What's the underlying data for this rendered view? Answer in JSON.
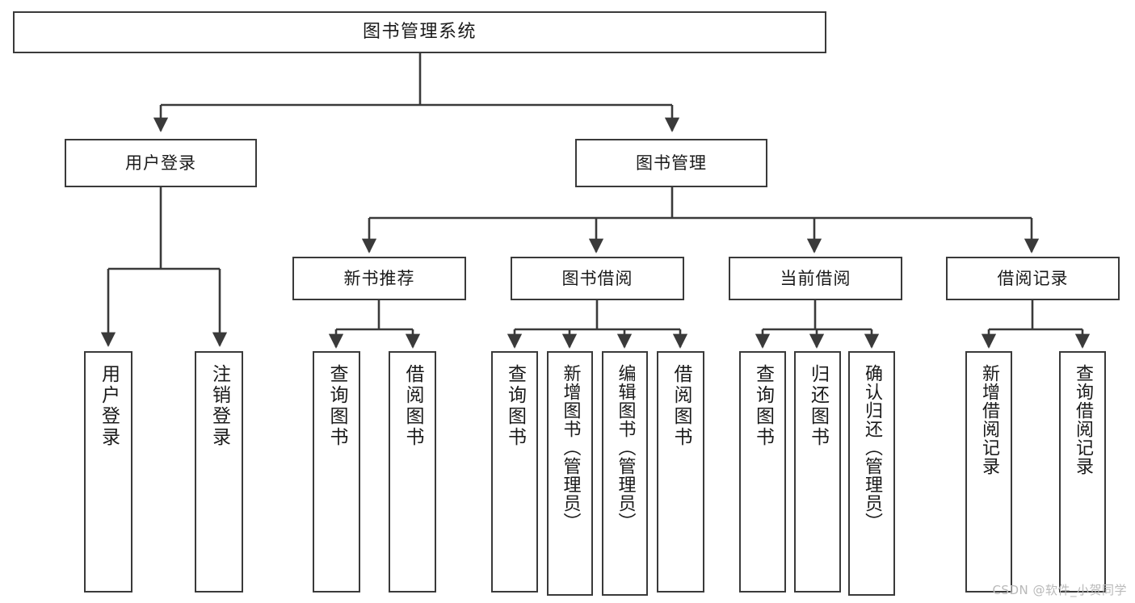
{
  "diagram": {
    "title": "图书管理系统",
    "type": "tree-hierarchy-chart",
    "root": {
      "id": "root",
      "label": "图书管理系统"
    },
    "level1": [
      {
        "id": "user-login",
        "label": "用户登录"
      },
      {
        "id": "book-management",
        "label": "图书管理"
      }
    ],
    "level2": [
      {
        "id": "new-book-recommend",
        "label": "新书推荐",
        "parent": "book-management"
      },
      {
        "id": "book-borrow",
        "label": "图书借阅",
        "parent": "book-management"
      },
      {
        "id": "current-borrow",
        "label": "当前借阅",
        "parent": "book-management"
      },
      {
        "id": "borrow-record",
        "label": "借阅记录",
        "parent": "book-management"
      }
    ],
    "leaves": {
      "user-login": [
        {
          "id": "leaf-user-login",
          "label": "用户登录"
        },
        {
          "id": "leaf-user-logout",
          "label": "注销登录"
        }
      ],
      "new-book-recommend": [
        {
          "id": "leaf-query-book-1",
          "label": "查询图书"
        },
        {
          "id": "leaf-borrow-book-1",
          "label": "借阅图书"
        }
      ],
      "book-borrow": [
        {
          "id": "leaf-query-book-2",
          "label": "查询图书"
        },
        {
          "id": "leaf-add-book",
          "label": "新增图书（管理员）"
        },
        {
          "id": "leaf-edit-book",
          "label": "编辑图书（管理员）"
        },
        {
          "id": "leaf-borrow-book-2",
          "label": "借阅图书"
        }
      ],
      "current-borrow": [
        {
          "id": "leaf-query-book-3",
          "label": "查询图书"
        },
        {
          "id": "leaf-return-book",
          "label": "归还图书"
        },
        {
          "id": "leaf-confirm-return",
          "label": "确认归还（管理员）"
        }
      ],
      "borrow-record": [
        {
          "id": "leaf-add-record",
          "label": "新增借阅记录"
        },
        {
          "id": "leaf-query-record",
          "label": "查询借阅记录"
        }
      ]
    },
    "colors": {
      "stroke": "#3a3a3a",
      "text": "#1a1a1a",
      "background": "#ffffff",
      "watermark": "#b9b9b9"
    }
  },
  "watermark": {
    "text": "CSDN @软件_小贺同学"
  }
}
